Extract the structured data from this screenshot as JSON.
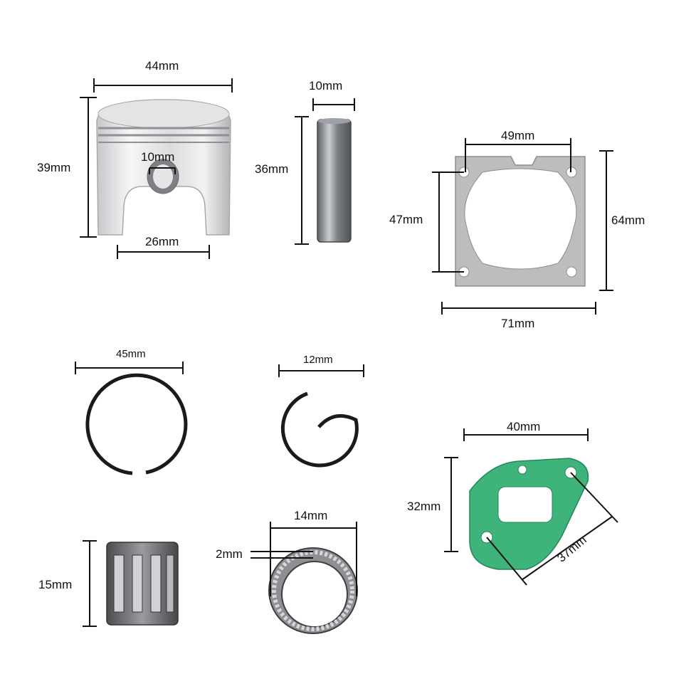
{
  "parts": {
    "piston": {
      "diameter": "44mm",
      "height": "39mm",
      "pin_hole": "10mm",
      "skirt": "26mm"
    },
    "wrist_pin": {
      "diameter": "10mm",
      "length": "36mm"
    },
    "cylinder_gasket": {
      "hole_spacing": "49mm",
      "height_holes": "47mm",
      "height": "64mm",
      "width": "71mm"
    },
    "piston_ring": {
      "diameter": "45mm"
    },
    "circlip": {
      "diameter": "12mm"
    },
    "intake_gasket": {
      "width": "40mm",
      "height": "32mm",
      "diagonal": "37mm"
    },
    "needle_bearing": {
      "height": "15mm"
    },
    "small_bearing": {
      "width": "14mm",
      "wall": "2mm"
    }
  },
  "colors": {
    "aluminum": "#d9d9dc",
    "steel": "#8a8d92",
    "gasket_gray": "#b9b9bb",
    "gasket_green": "#3fb47a",
    "line": "#111111"
  }
}
